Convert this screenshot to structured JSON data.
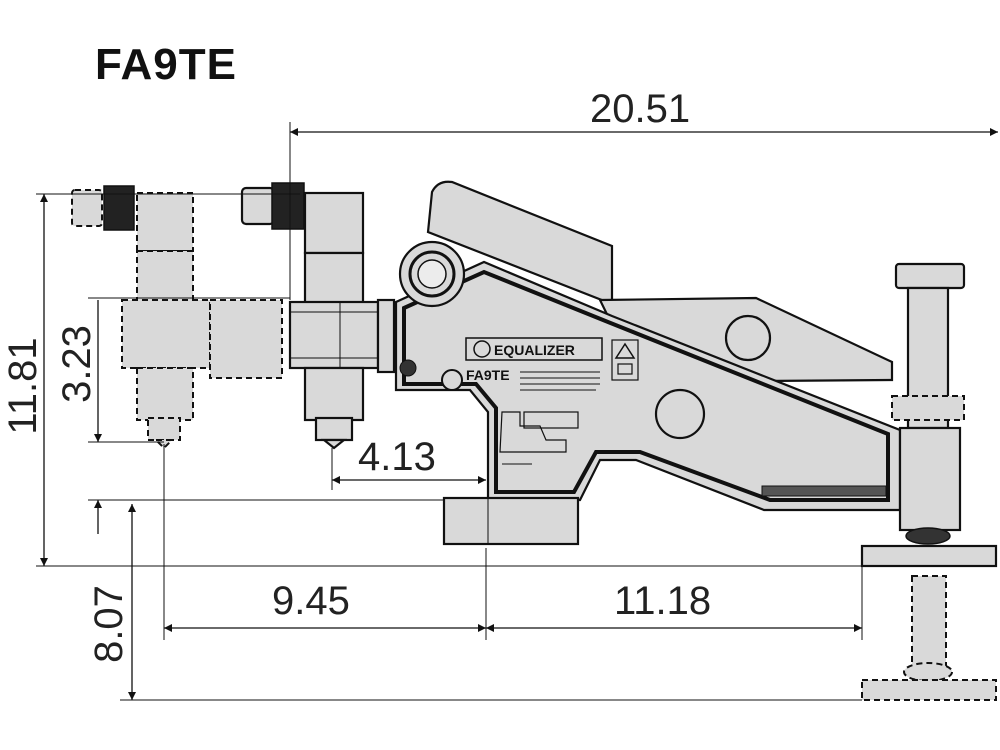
{
  "title": "FA9TE",
  "dimensions": {
    "overall_length": "20.51",
    "overall_height": "11.81",
    "handle_offset": "3.23",
    "tip_offset": "4.13",
    "left_length": "9.45",
    "right_length": "11.18",
    "spindle_travel": "8.07"
  },
  "label": {
    "brand": "EQUALIZER",
    "model": "FA9TE"
  },
  "colors": {
    "part_fill": "#d9d9d9",
    "outline": "#111111"
  }
}
